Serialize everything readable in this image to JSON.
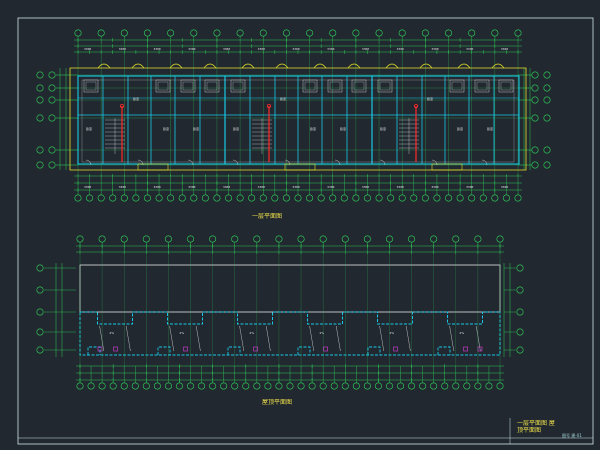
{
  "drawing": {
    "colors": {
      "background": "#212830",
      "border": "#cfe8e8",
      "grid": "#2fd75a",
      "axis_bubble": "#2fd75a",
      "axis_text": "#cfe8e8",
      "dim": "#2fd75a",
      "dim_text": "#e4e4e4",
      "wall": "#19c8e6",
      "floor_outline": "#e6e22a",
      "furniture": "#e4e4e4",
      "stair": "#e4e4e4",
      "riser": "#ff2a2a",
      "marker": "#e23ae0",
      "caption": "#f0e14a"
    },
    "captions": {
      "upper_plan": "一层平面图",
      "lower_plan": "屋顶平面图",
      "sheet_title": "一层平面图 屋顶平面图",
      "sheet_number": "图号 建-01"
    }
  }
}
